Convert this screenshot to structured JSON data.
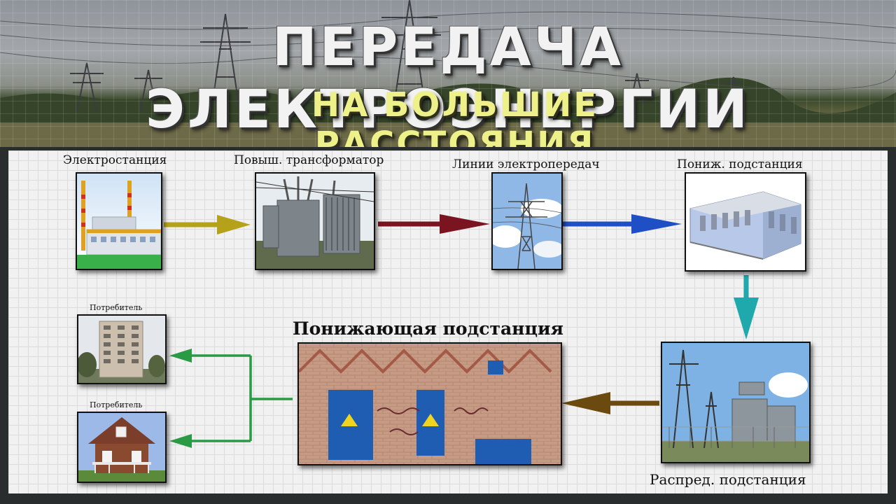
{
  "banner": {
    "title": "ПЕРЕДАЧА ЭЛЕКТРОЭНЕРГИИ",
    "subtitle": "НА БОЛЬШИЕ РАССТОЯНИЯ"
  },
  "nodes": {
    "power_plant": "Электростанция",
    "step_up_transformer": "Повыш. трансформатор",
    "power_lines": "Линии электропередач",
    "step_down_substation": "Пониж. подстанция",
    "distribution_substation": "Распред. подстанция",
    "lowering_substation": "Понижающая подстанция",
    "consumer_1": "Потребитель",
    "consumer_2": "Потребитель"
  },
  "colors": {
    "arrow_plant_to_transformer": "#b5a21a",
    "arrow_transformer_to_lines": "#7a1420",
    "arrow_lines_to_substation": "#1f4fc4",
    "arrow_substation_to_distribution": "#20a9ad",
    "arrow_distribution_to_lowering": "#6b4a10",
    "arrow_lowering_to_consumers": "#2a9a44"
  }
}
